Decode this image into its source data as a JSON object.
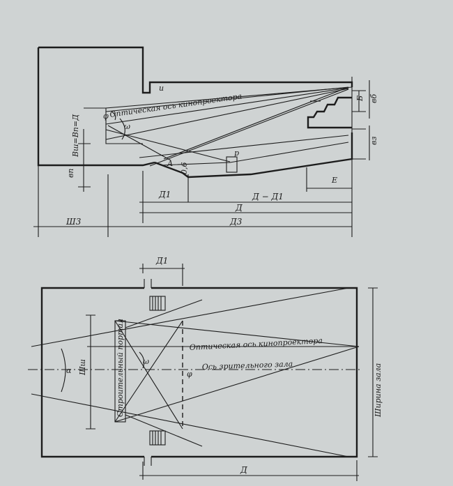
{
  "section": {
    "optical_axis": "Оптическая ось кинопроектора",
    "screen_height_formula": "Вш=Вп=Д",
    "label_phi": "φ",
    "label_omega": "ω",
    "label_u": "u",
    "label_b": "Б",
    "label_bb": "вб",
    "label_bz": "вз",
    "label_p": "p",
    "label_vp": "вп",
    "label_a": "А",
    "label_06": "0,6",
    "label_e": "Е",
    "dim_d1": "Д1",
    "dim_d_minus_d1": "Д − Д1",
    "dim_d": "Д",
    "dim_d3": "Д3",
    "dim_sh3": "Ш3"
  },
  "plan": {
    "dim_d1": "Д1",
    "portal": "Строительный портал",
    "optical_axis": "Оптическая ось кинопроектора",
    "hall_axis": "Ось зрительного зала",
    "hall_width": "Ширина зала",
    "label_shsh": "Шш",
    "label_alpha": "α",
    "label_omega": "ω",
    "label_phi": "φ",
    "dim_d": "Д"
  }
}
